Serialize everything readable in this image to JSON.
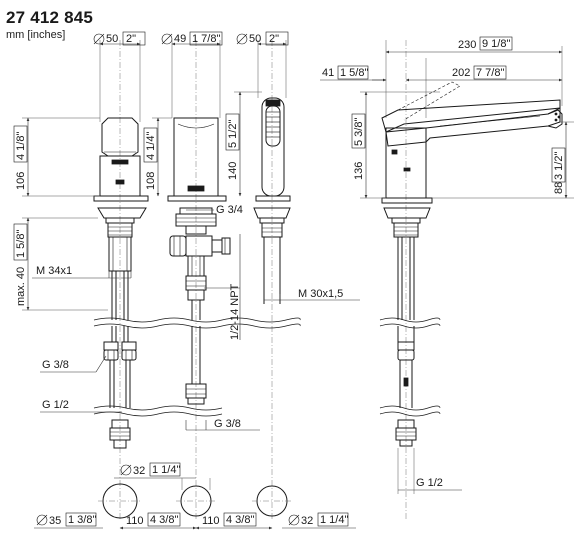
{
  "header": {
    "product_number": "27 412 845",
    "units": "mm [inches]"
  },
  "labels": {
    "dia_50_a": "50",
    "dia_50_a_in": "2\"",
    "dia_49": "49",
    "dia_49_in": "1 7/8\"",
    "dia_50_b": "50",
    "dia_50_b_in": "2\"",
    "h_106_a": "106",
    "h_106_a_in": "4 1/8\"",
    "h_108": "108",
    "h_108_in": "4 1/4\"",
    "h_140": "140",
    "h_140_in": "5 1/2\"",
    "max_40": "max. 40",
    "max_40_in": "1 5/8\"",
    "thread_g34": "G 3/4",
    "thread_m34": "M 34x1",
    "thread_npt": "1/2-14 NPT",
    "thread_m30": "M 30x1,5",
    "thread_g38_a": "G 3/8",
    "thread_g12_a": "G 1/2",
    "thread_g38_b": "G 3/8",
    "dia_32_top": "32",
    "dia_32_top_in": "1 1/4\"",
    "dia_35": "35",
    "dia_35_in": "1 3/8\"",
    "dist_110_a": "110",
    "dist_110_a_in": "4 3/8\"",
    "dist_110_b": "110",
    "dist_110_b_in": "4 3/8\"",
    "dia_32_bot": "32",
    "dia_32_bot_in": "1 1/4\"",
    "len_230": "230",
    "len_230_in": "9 1/8\"",
    "len_41": "41",
    "len_41_in": "1 5/8\"",
    "len_202": "202",
    "len_202_in": "7 7/8\"",
    "h_136": "136",
    "h_136_in": "5 3/8\"",
    "h_88": "88",
    "h_88_in": "3 1/2\"",
    "thread_g12_b": "G 1/2"
  }
}
